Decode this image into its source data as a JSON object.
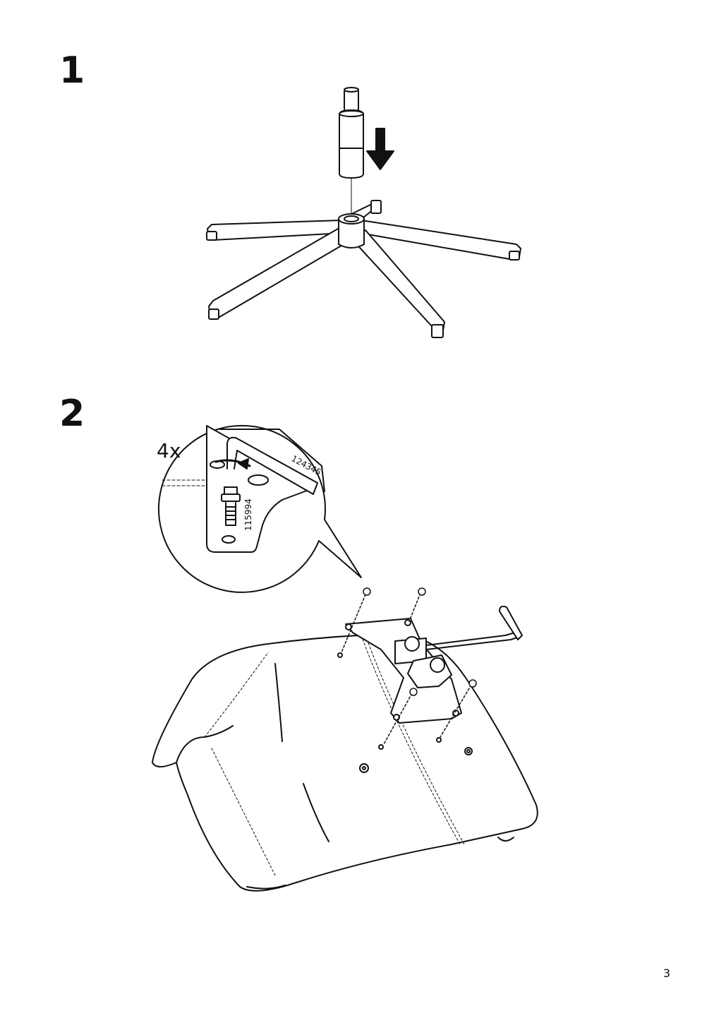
{
  "steps": [
    {
      "number": "1"
    },
    {
      "number": "2",
      "callout": {
        "quantity": "4x",
        "tool_part_number": "124345",
        "screw_part_number": "115994"
      }
    }
  ],
  "page_number": "3"
}
